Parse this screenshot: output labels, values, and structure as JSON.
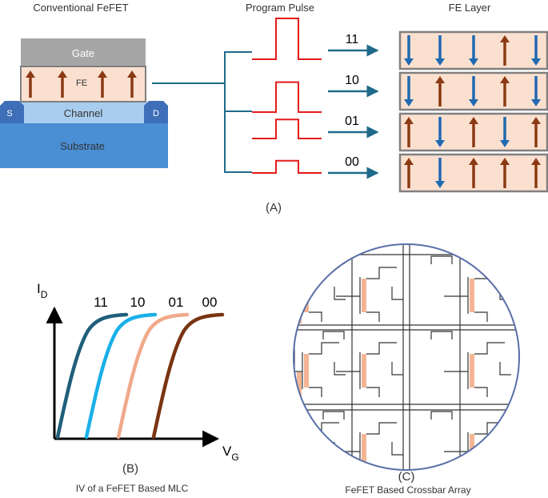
{
  "panel_a": {
    "title_device": "Conventional FeFET",
    "title_pulse": "Program Pulse",
    "title_layer": "FE Layer",
    "gate_label": "Gate",
    "fe_label": "FE",
    "channel_label": "Channel",
    "source_label": "S",
    "drain_label": "D",
    "substrate_label": "Substrate",
    "states": [
      {
        "code": "11",
        "arrows": [
          "down",
          "down",
          "down",
          "up",
          "down"
        ],
        "pulse_height": 3
      },
      {
        "code": "10",
        "arrows": [
          "down",
          "up",
          "down",
          "up",
          "down"
        ],
        "pulse_height": 2.2
      },
      {
        "code": "01",
        "arrows": [
          "up",
          "down",
          "up",
          "down",
          "up"
        ],
        "pulse_height": 1.4
      },
      {
        "code": "00",
        "arrows": [
          "up",
          "down",
          "up",
          "up",
          "up"
        ],
        "pulse_height": 0.9
      }
    ],
    "caption": "(A)"
  },
  "panel_b": {
    "y_label": "I",
    "y_sub": "D",
    "x_label": "V",
    "x_sub": "G",
    "curves": [
      {
        "name": "11",
        "color": "#1f5f7a"
      },
      {
        "name": "10",
        "color": "#1ab0e8"
      },
      {
        "name": "01",
        "color": "#f0a98a"
      },
      {
        "name": "00",
        "color": "#7a3412"
      }
    ],
    "caption": "(B)",
    "subcaption": "IV of a FeFET Based MLC"
  },
  "panel_c": {
    "caption": "(C)",
    "subcaption": "FeFET Based Crossbar Array"
  },
  "colors": {
    "line_blue": "#1f6a8a",
    "pulse_red": "#e31b1b",
    "fe_fill": "#fbe0d0",
    "arrow_up": "#8b3a14",
    "arrow_down": "#1f6ab0",
    "gate_gray": "#a6a6a6",
    "channel": "#a9cdee",
    "substrate": "#4a8ed4",
    "contact": "#3e6fb8",
    "fe_strip": "#f3b593"
  }
}
